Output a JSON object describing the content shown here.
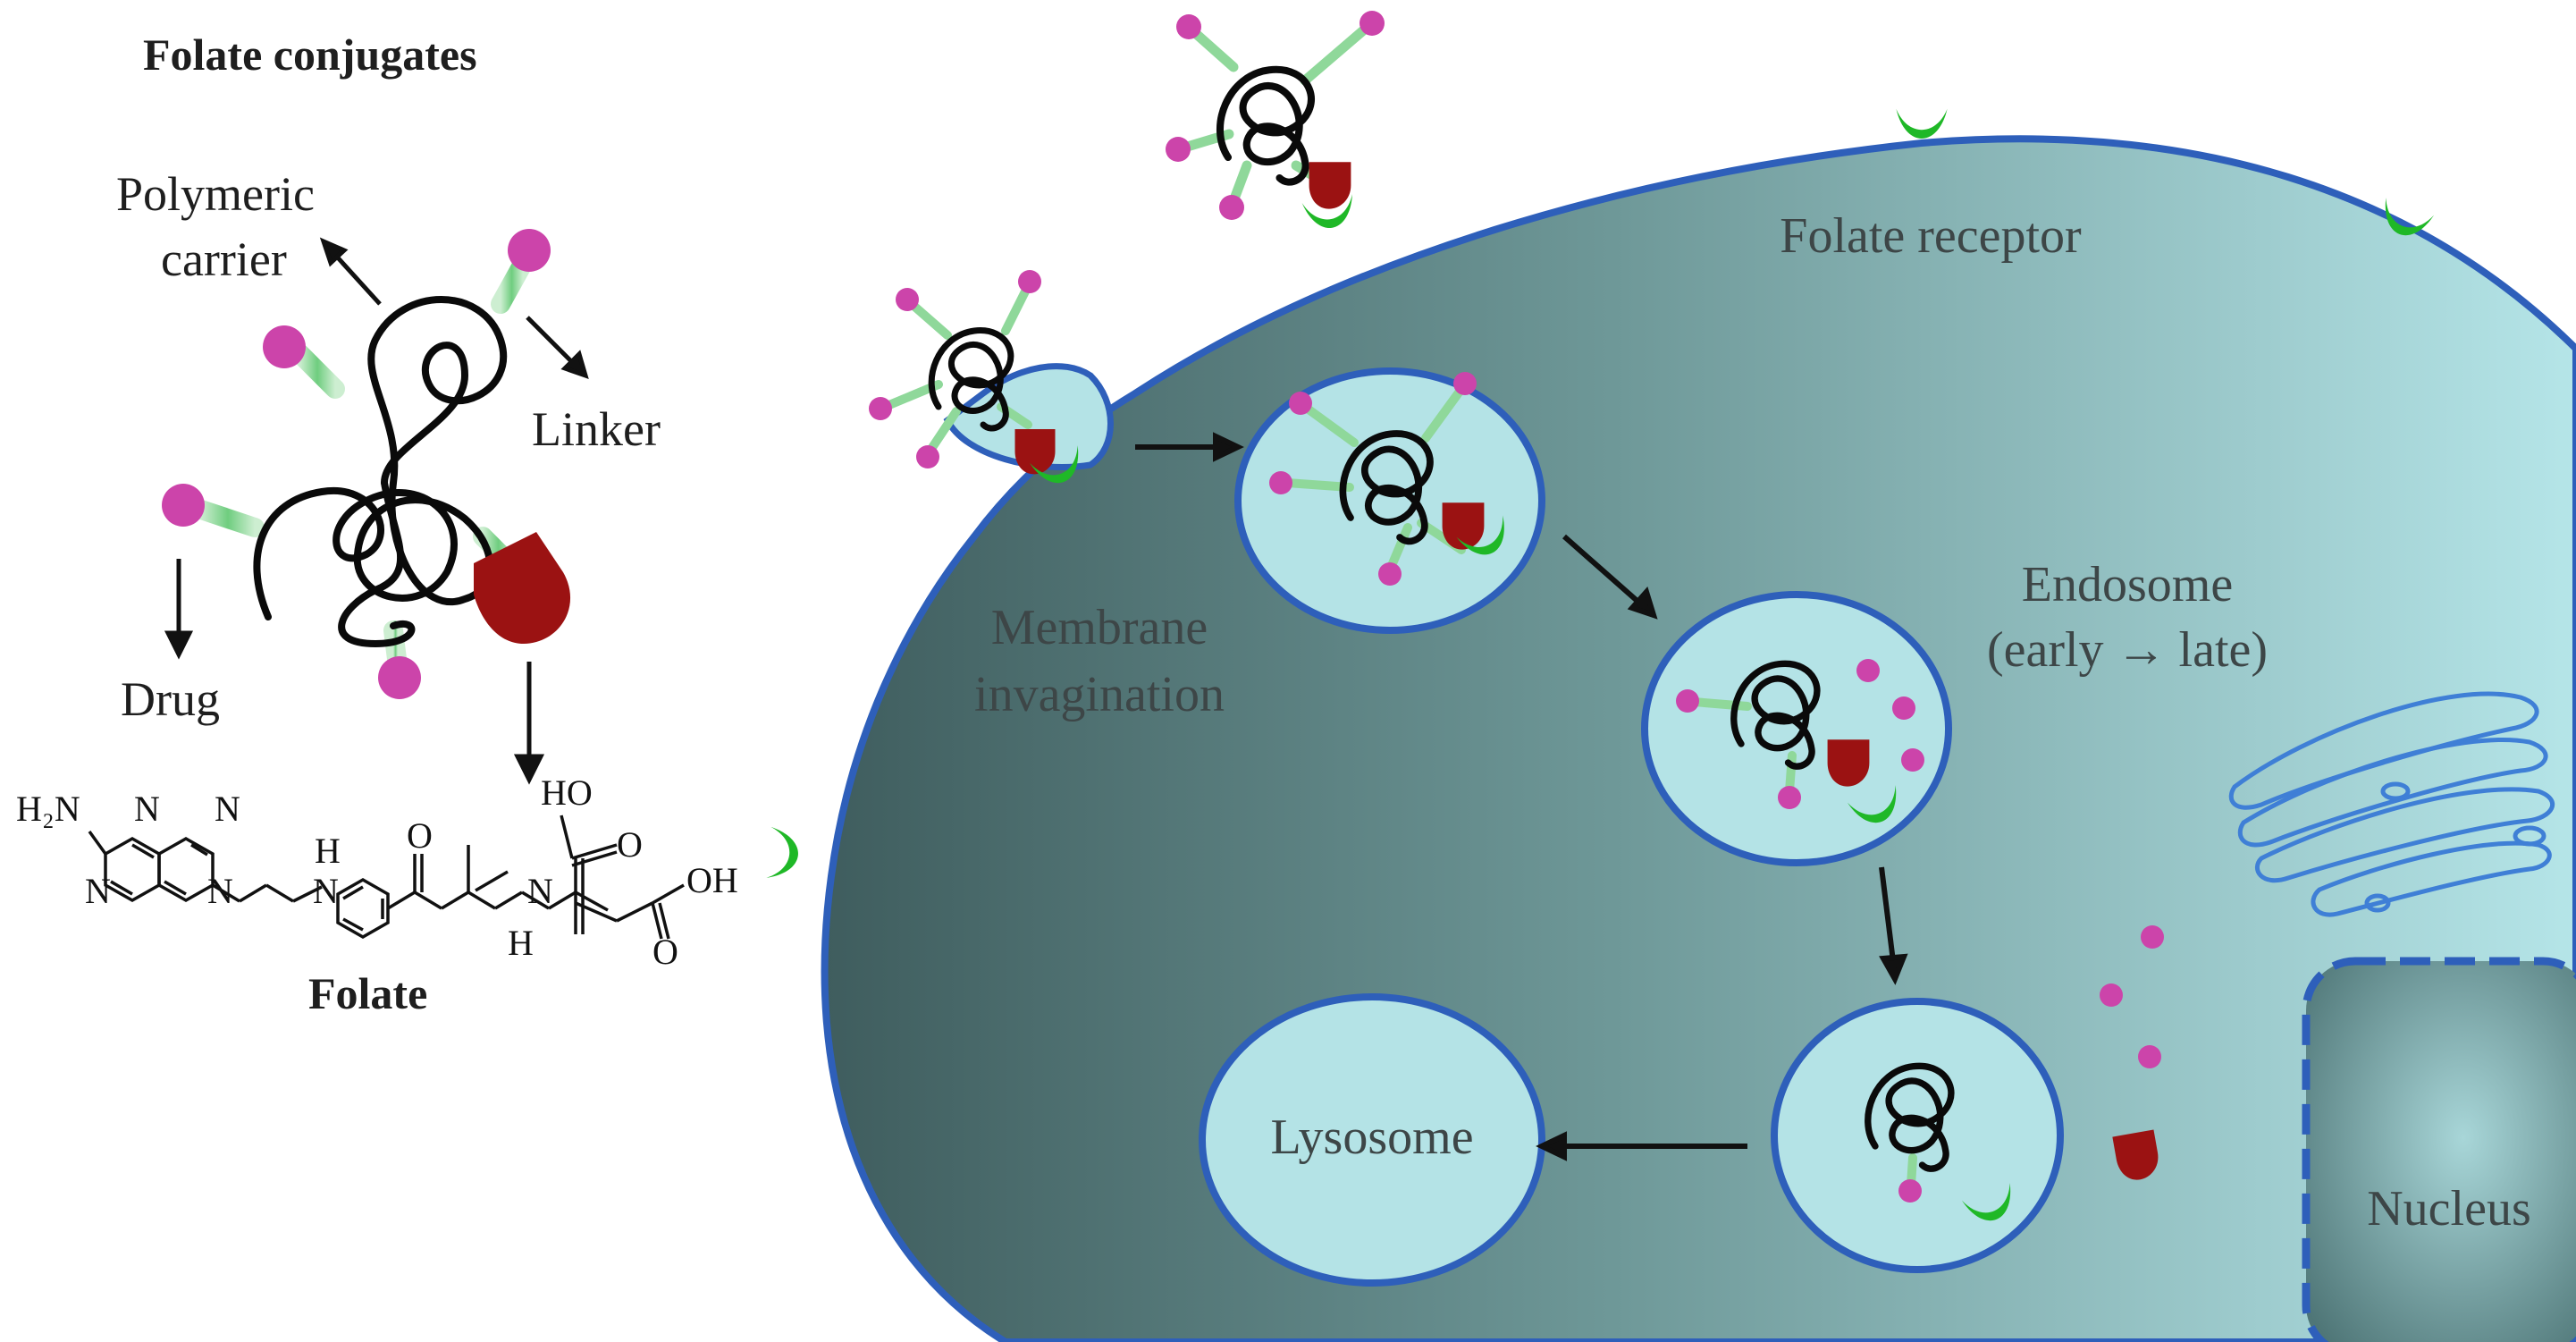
{
  "labels": {
    "title": "Folate conjugates",
    "polymeric_carrier_line1": "Polymeric",
    "polymeric_carrier_line2": "carrier",
    "linker": "Linker",
    "drug": "Drug",
    "folate": "Folate",
    "folate_receptor": "Folate receptor",
    "membrane_invagination_line1": "Membrane",
    "membrane_invagination_line2": "invagination",
    "endosome_line1": "Endosome",
    "endosome_line2": "(early → late)",
    "lysosome": "Lysosome",
    "nucleus": "Nucleus"
  },
  "chemistry": {
    "h2n": "H₂N",
    "n": "N",
    "h": "H",
    "o": "O",
    "oh": "OH",
    "ho": "HO"
  },
  "colors": {
    "drug": "#cc44aa",
    "linker": "#8fd89a",
    "folate_ligand": "#9b1212",
    "receptor": "#1fb827",
    "membrane": "#2e5fba",
    "vesicle_fill": "#b4e3e6",
    "cell_dark": "#4a6b6c",
    "cell_light": "#a9dde0",
    "polymer": "#0a0a0a"
  }
}
